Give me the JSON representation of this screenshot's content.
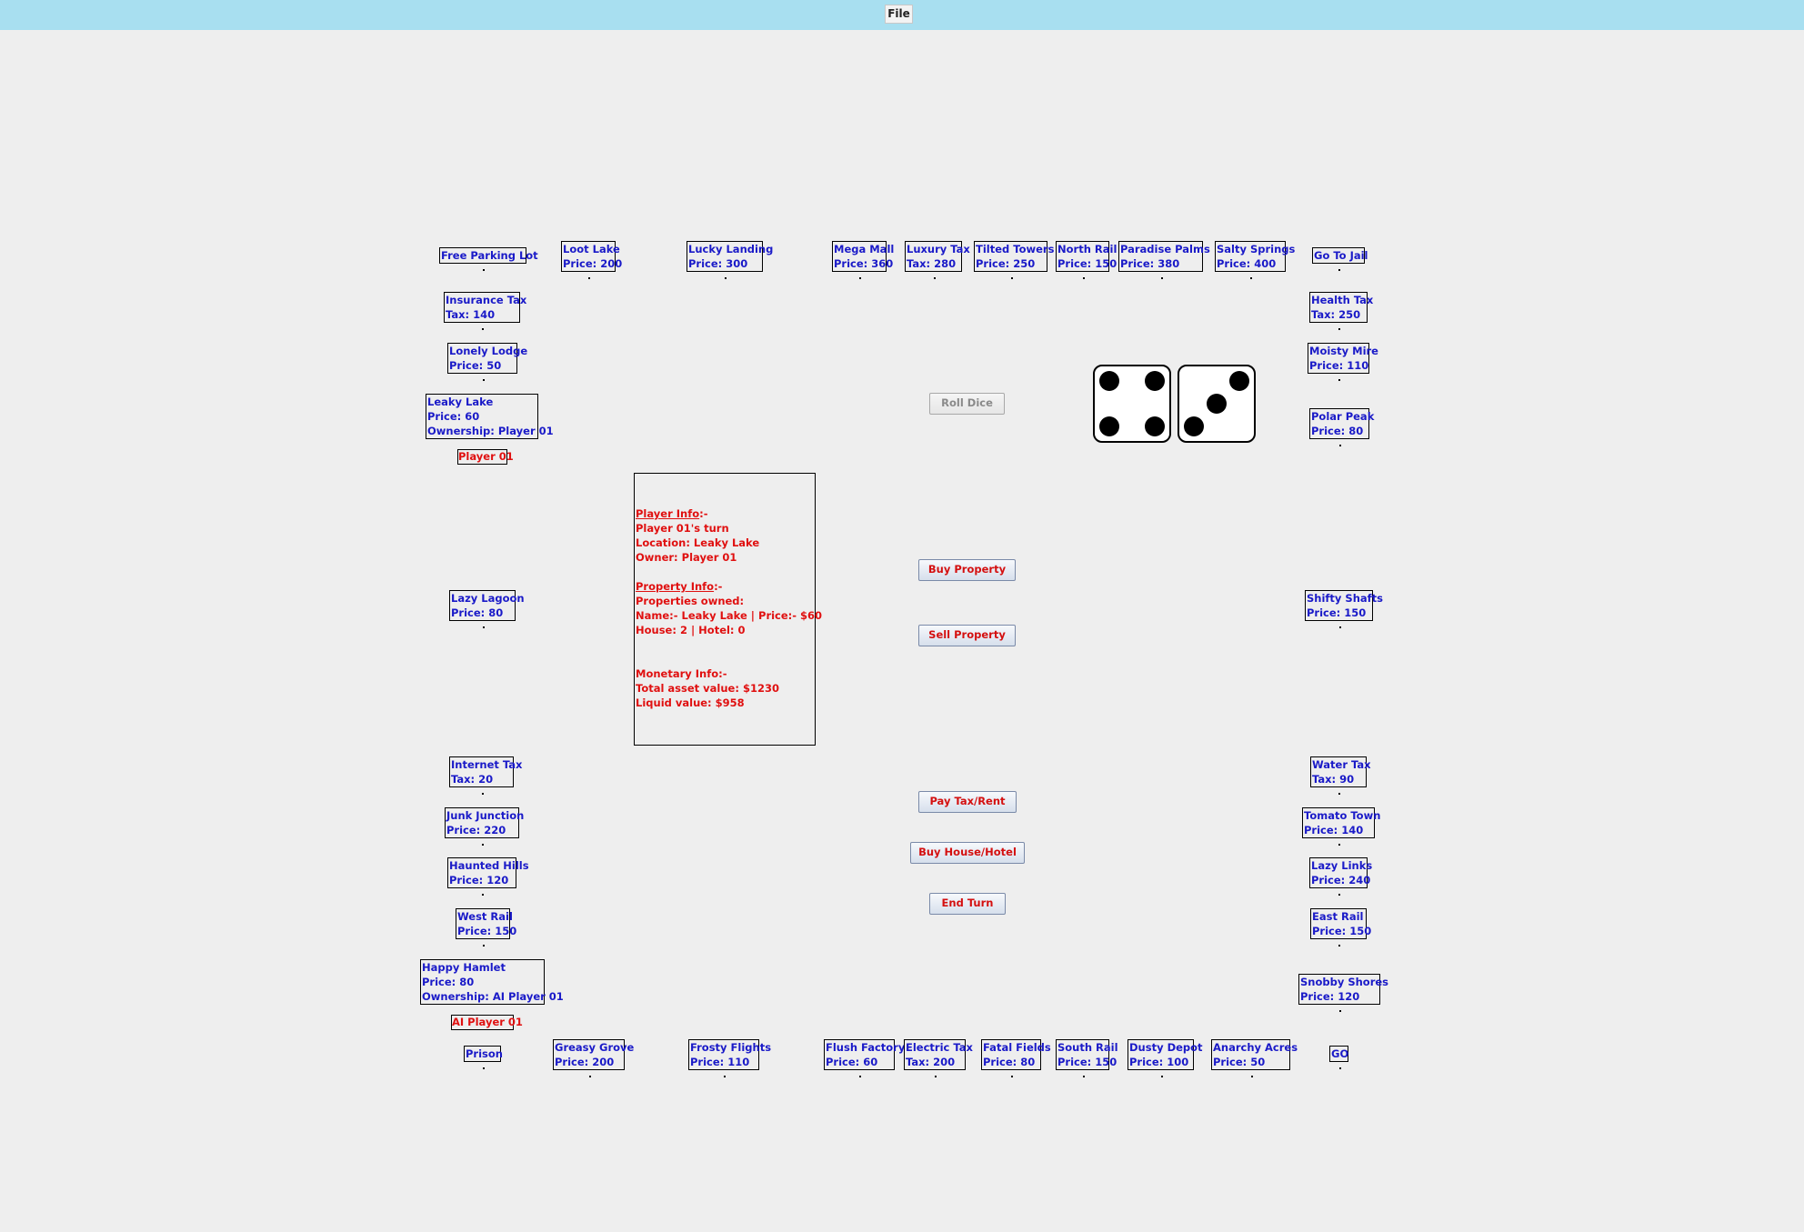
{
  "menu": {
    "file": "File"
  },
  "tiles": {
    "free_parking": [
      "Free Parking Lot"
    ],
    "loot_lake": [
      "Loot Lake",
      "Price: 200"
    ],
    "lucky_landing": [
      "Lucky Landing",
      "Price: 300"
    ],
    "mega_mall": [
      "Mega Mall",
      "Price: 360"
    ],
    "luxury_tax": [
      "Luxury Tax",
      "Tax: 280"
    ],
    "tilted_towers": [
      "Tilted Towers",
      "Price: 250"
    ],
    "north_rail": [
      "North Rail",
      "Price: 150"
    ],
    "paradise_palms": [
      "Paradise Palms",
      "Price: 380"
    ],
    "salty_springs": [
      "Salty Springs",
      "Price: 400"
    ],
    "go_to_jail": [
      "Go To Jail"
    ],
    "insurance_tax": [
      "Insurance Tax",
      "Tax: 140"
    ],
    "lonely_lodge": [
      "Lonely Lodge",
      "Price: 50"
    ],
    "leaky_lake": [
      "Leaky Lake",
      "Price: 60",
      "Ownership: Player 01"
    ],
    "lazy_lagoon": [
      "Lazy Lagoon",
      "Price: 80"
    ],
    "internet_tax": [
      "Internet Tax",
      "Tax: 20"
    ],
    "junk_junction": [
      "Junk Junction",
      "Price: 220"
    ],
    "haunted_hills": [
      "Haunted Hills",
      "Price: 120"
    ],
    "west_rail": [
      "West Rail",
      "Price: 150"
    ],
    "happy_hamlet": [
      "Happy Hamlet",
      "Price: 80",
      "Ownership: AI Player 01"
    ],
    "prison": [
      "Prison"
    ],
    "greasy_grove": [
      "Greasy Grove",
      "Price: 200"
    ],
    "frosty_flights": [
      "Frosty Flights",
      "Price: 110"
    ],
    "flush_factory": [
      "Flush Factory",
      "Price: 60"
    ],
    "electric_tax": [
      "Electric Tax",
      "Tax: 200"
    ],
    "fatal_fields": [
      "Fatal Fields",
      "Price: 80"
    ],
    "south_rail": [
      "South Rail",
      "Price: 150"
    ],
    "dusty_depot": [
      "Dusty Depot",
      "Price: 100"
    ],
    "anarchy_acres": [
      "Anarchy Acres",
      "Price: 50"
    ],
    "go": [
      "GO"
    ],
    "health_tax": [
      "Health Tax",
      "Tax: 250"
    ],
    "moisty_mire": [
      "Moisty Mire",
      "Price: 110"
    ],
    "polar_peak": [
      "Polar Peak",
      "Price: 80"
    ],
    "shifty_shafts": [
      "Shifty Shafts",
      "Price: 150"
    ],
    "water_tax": [
      "Water Tax",
      "Tax: 90"
    ],
    "tomato_town": [
      "Tomato Town",
      "Price: 140"
    ],
    "lazy_links": [
      "Lazy Links",
      "Price: 240"
    ],
    "east_rail": [
      "East Rail",
      "Price: 150"
    ],
    "snobby_shores": [
      "Snobby Shores",
      "Price: 120"
    ]
  },
  "tokens": {
    "player": "Player 01",
    "ai_player": "AI Player 01"
  },
  "buttons": {
    "roll_dice": "Roll Dice",
    "buy_property": "Buy Property",
    "sell_property": "Sell Property",
    "pay_tax_rent": "Pay Tax/Rent",
    "buy_house_hotel": "Buy House/Hotel",
    "end_turn": "End Turn"
  },
  "dice": [
    4,
    3
  ],
  "info": {
    "player_header": "Player Info",
    "player_header_suffix": ":-",
    "turn": "Player 01's turn",
    "location": "Location: Leaky Lake",
    "owner": "Owner: Player 01",
    "property_header": "Property Info",
    "property_header_suffix": ":-",
    "properties_owned": "Properties owned:",
    "property_line": "Name:- Leaky Lake | Price:- $60",
    "house_hotel": "House: 2 | Hotel: 0",
    "monetary_header": "Monetary Info:-",
    "total_asset": "Total asset value: $1230",
    "liquid_value": "Liquid value: $958"
  },
  "colors": {
    "menubar": "#a8dff0",
    "tile_text": "#1a1ac8",
    "info_text": "#e01010",
    "background": "#eeeeee"
  }
}
